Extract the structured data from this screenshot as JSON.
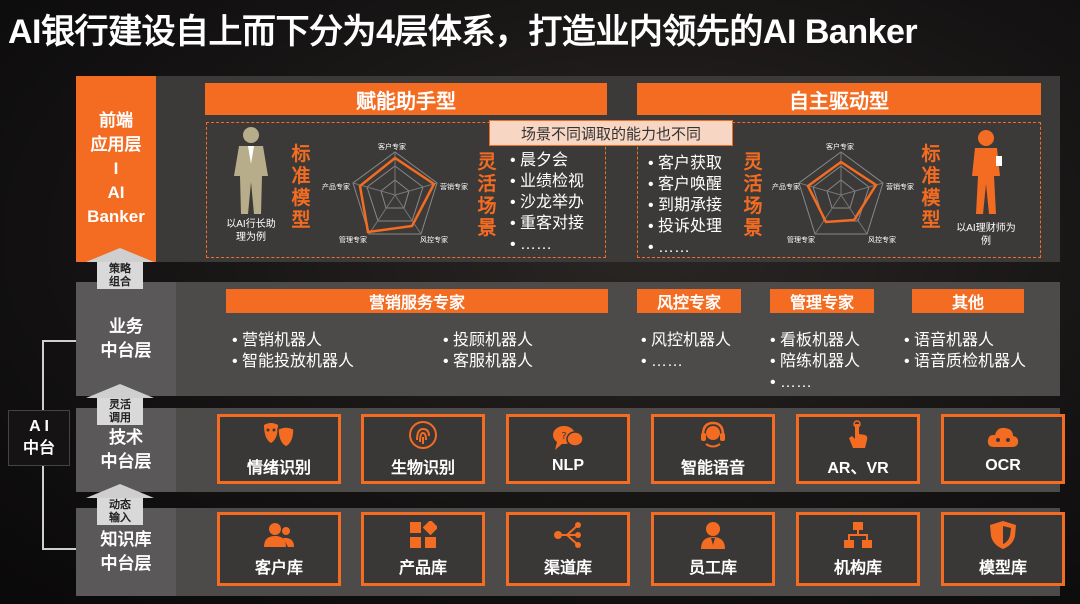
{
  "title": "AI银行建设自上而下分为4层体系，打造业内领先的AI Banker",
  "layers": {
    "front": [
      "前端",
      "应用层",
      "I",
      "AI",
      "Banker"
    ],
    "business": [
      "业务",
      "中台层"
    ],
    "tech": [
      "技术",
      "中台层"
    ],
    "knowledge": [
      "知识库",
      "中台层"
    ]
  },
  "arrows": {
    "a1": [
      "策略",
      "组合"
    ],
    "a2": [
      "灵活",
      "调用"
    ],
    "a3": [
      "动态",
      "输入"
    ]
  },
  "ai_platform": [
    "A I",
    "中台"
  ],
  "front": {
    "left_title": "赋能助手型",
    "right_title": "自主驱动型",
    "banner": "场景不同调取的能力也不同",
    "standard_model": [
      "标",
      "准",
      "模",
      "型"
    ],
    "flexible_scene": [
      "灵",
      "活",
      "场",
      "景"
    ],
    "left_caption": [
      "以AI行长助",
      "理为例"
    ],
    "right_caption": [
      "以AI理财师为",
      "例"
    ],
    "radar_labels": [
      "客户专家",
      "营销专家",
      "风控专家",
      "管理专家",
      "产品专家"
    ],
    "left_items": [
      "晨夕会",
      "业绩检视",
      "沙龙举办",
      "重客对接",
      "……"
    ],
    "right_items": [
      "客户获取",
      "客户唤醒",
      "到期承接",
      "投诉处理",
      "……"
    ],
    "colors": {
      "accent": "#f36c21"
    }
  },
  "business": {
    "categories": [
      "营销服务专家",
      "风控专家",
      "管理专家",
      "其他"
    ],
    "col1": [
      "营销机器人",
      "智能投放机器人"
    ],
    "col2": [
      "投顾机器人",
      "客服机器人"
    ],
    "col3": [
      "风控机器人",
      "……"
    ],
    "col4": [
      "看板机器人",
      "陪练机器人",
      "……"
    ],
    "col5": [
      "语音机器人",
      "语音质检机器人"
    ]
  },
  "tech_tiles": [
    {
      "label": "情绪识别",
      "icon": "theater-masks-icon"
    },
    {
      "label": "生物识别",
      "icon": "fingerprint-icon"
    },
    {
      "label": "NLP",
      "icon": "chat-bubbles-icon"
    },
    {
      "label": "智能语音",
      "icon": "headset-icon"
    },
    {
      "label": "AR、VR",
      "icon": "touch-hand-icon"
    },
    {
      "label": "OCR",
      "icon": "cloud-icon"
    }
  ],
  "knowledge_tiles": [
    {
      "label": "客户库",
      "icon": "users-icon"
    },
    {
      "label": "产品库",
      "icon": "grid-icon"
    },
    {
      "label": "渠道库",
      "icon": "share-nodes-icon"
    },
    {
      "label": "员工库",
      "icon": "employee-icon"
    },
    {
      "label": "机构库",
      "icon": "org-chart-icon"
    },
    {
      "label": "模型库",
      "icon": "shield-icon"
    }
  ]
}
